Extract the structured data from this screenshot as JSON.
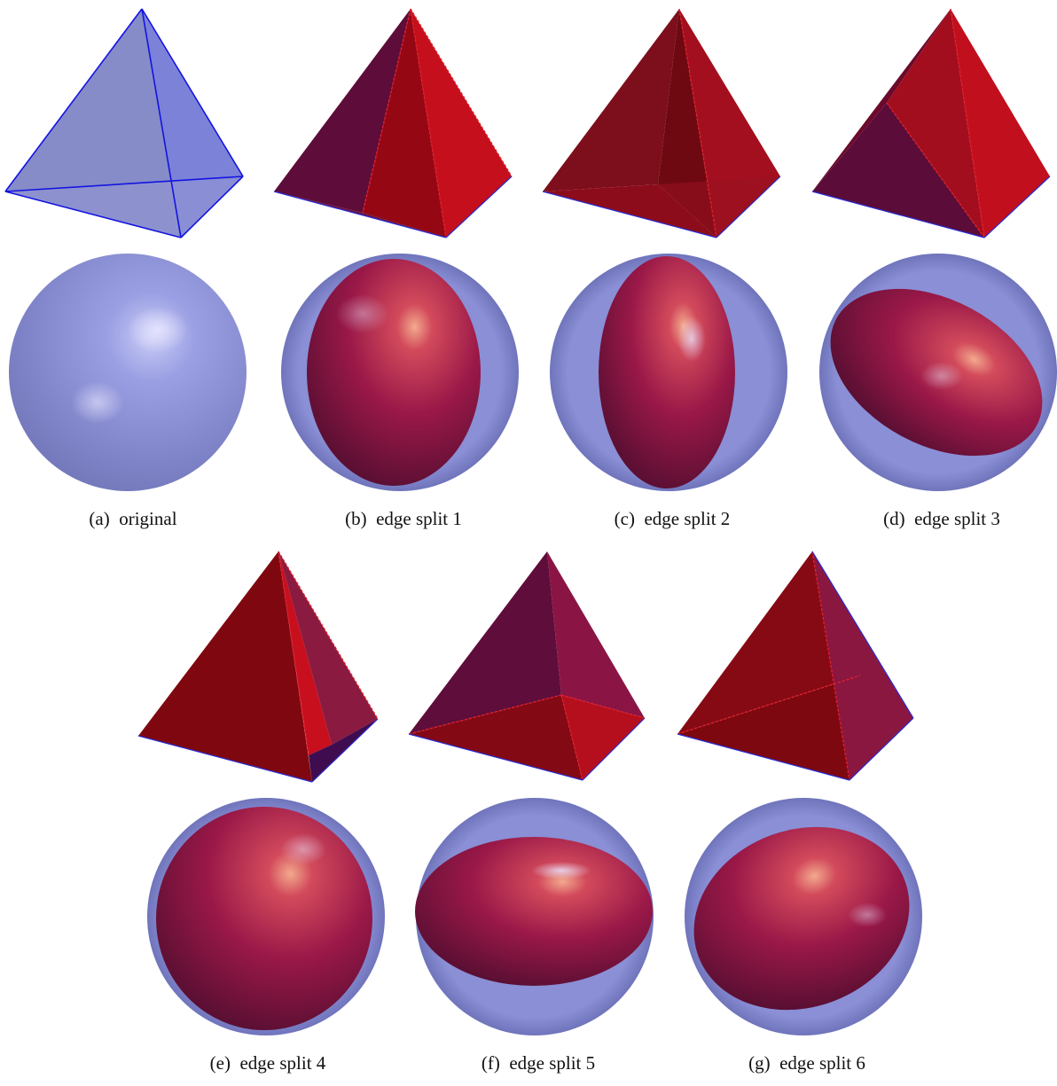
{
  "colors": {
    "original_fill": "#7f83c6",
    "original_edge": "#1a1adc",
    "split_fill": "#a10d1f",
    "split_edge": "#d21f2c",
    "ellipsoid": "#8e1848",
    "outer_sphere": "#7d83c9"
  },
  "panels": [
    {
      "tag": "(a)",
      "title": "original"
    },
    {
      "tag": "(b)",
      "title": "edge split 1"
    },
    {
      "tag": "(c)",
      "title": "edge split 2"
    },
    {
      "tag": "(d)",
      "title": "edge split 3"
    },
    {
      "tag": "(e)",
      "title": "edge split 4"
    },
    {
      "tag": "(f)",
      "title": "edge split 5"
    },
    {
      "tag": "(g)",
      "title": "edge split 6"
    }
  ]
}
